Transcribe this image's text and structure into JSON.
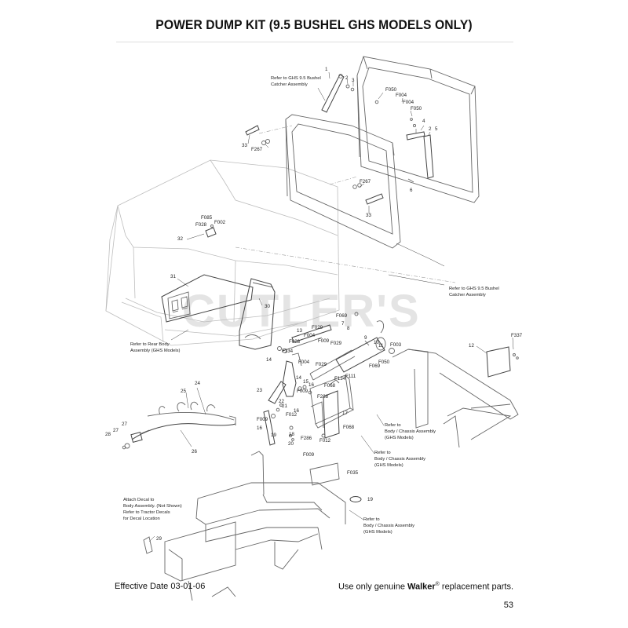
{
  "header": {
    "title": "POWER DUMP KIT (9.5 BUSHEL GHS MODELS ONLY)"
  },
  "footer": {
    "effective_date": "Effective Date 03-01-06",
    "notice_prefix": "Use only genuine ",
    "notice_brand": "Walker",
    "notice_reg": "®",
    "notice_suffix": " replacement parts.",
    "page_number": "53"
  },
  "watermark": {
    "text": "CUTLER'S"
  },
  "notes": {
    "catcher_top": [
      "Refer to GHS 9.5 Bushel",
      "Catcher Assembly"
    ],
    "catcher_right": [
      "Refer to GHS 9.5 Bushel",
      "Catcher Assembly"
    ],
    "rear_body": [
      "Refer to Rear Body",
      "Assembly (GHS Models)"
    ],
    "chassis_1": [
      "Refer to",
      "Body / Chassis Assembly",
      "(GHS Models)"
    ],
    "chassis_2": [
      "Refer to",
      "Body / Chassis Assembly",
      "(GHS Models)"
    ],
    "chassis_3": [
      "Refer to",
      "Body / Chassis Assembly",
      "(GHS Models)"
    ],
    "decal": [
      "Attach Decal to",
      "Body Assembly. (Not Shown)",
      "Refer to Tractor Decals",
      "for Decal Location"
    ]
  },
  "callouts": {
    "c1": "1",
    "c2a": "2",
    "c3": "3",
    "c2b": "2",
    "c4": "4",
    "c5": "5",
    "c6": "6",
    "f050a": "F050",
    "f004a": "F004",
    "f004b": "F004",
    "f050b": "F050",
    "c33a": "33",
    "f267a": "F267",
    "f267b": "F267",
    "c33b": "33",
    "f085": "F085",
    "f028": "F028",
    "f002": "F002",
    "c32": "32",
    "c31": "31",
    "c30": "30",
    "f069a": "F069",
    "c13": "13",
    "f029a": "F029",
    "c7": "7",
    "c8": "8",
    "f028b": "F028",
    "f004c": "F004",
    "f009a": "F009",
    "f029b": "F029",
    "c9": "9",
    "c10": "10",
    "c11": "11",
    "f003": "F003",
    "f134a": "F134",
    "c14a": "14",
    "f004d": "F004",
    "f029c": "F029",
    "f069b": "F069",
    "f050c": "F050",
    "c14b": "14",
    "c15": "15",
    "c16a": "16",
    "f068a": "F068",
    "f134b": "F134",
    "f111": "F111",
    "c23": "23",
    "f009b": "F009",
    "f238": "F238",
    "c22": "22",
    "c21": "21",
    "c16b": "16",
    "f012a": "F012",
    "c17": "17",
    "f009c": "F009",
    "c16c": "16",
    "f068b": "F068",
    "c18": "18",
    "f012b": "F012",
    "c19a": "19",
    "c20": "20",
    "f286": "F286",
    "c12": "12",
    "f337": "F337",
    "c25": "25",
    "c24": "24",
    "c28": "28",
    "c27": "27",
    "c26": "26",
    "f009d": "F009",
    "f035": "F035",
    "c19b": "19",
    "c29": "29"
  }
}
